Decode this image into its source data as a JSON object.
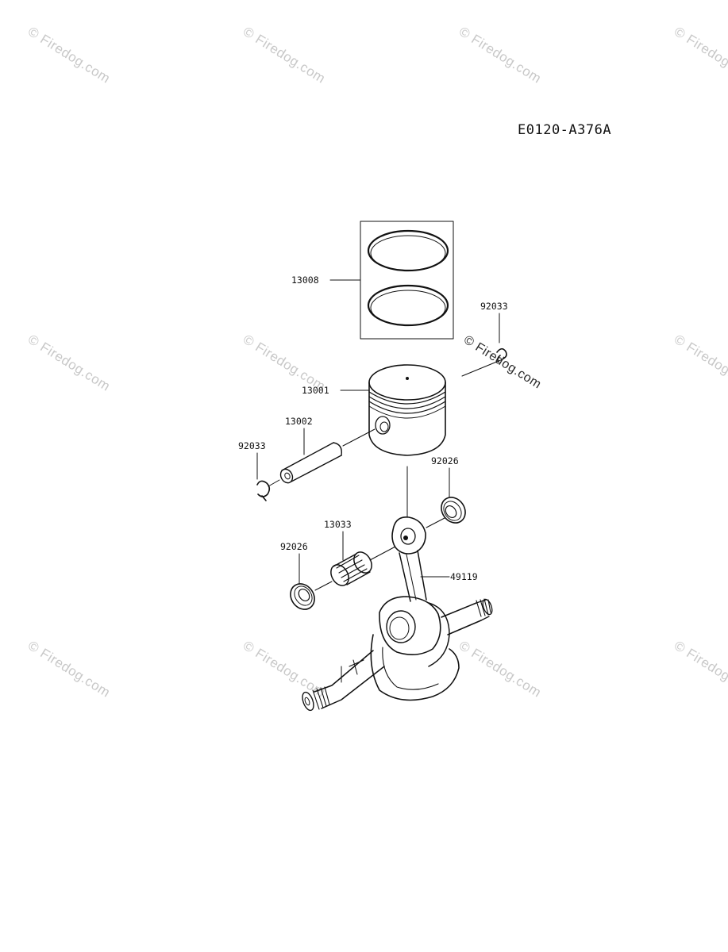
{
  "diagram_code": "E0120-A376A",
  "watermark": {
    "text": "© Firedog.com",
    "color": "#c8c8c8"
  },
  "parts": [
    {
      "id": "piston_ring_set",
      "number": "13008"
    },
    {
      "id": "circlip_right",
      "number": "92033"
    },
    {
      "id": "piston",
      "number": "13001"
    },
    {
      "id": "piston_pin",
      "number": "13002"
    },
    {
      "id": "circlip_left",
      "number": "92033"
    },
    {
      "id": "washer_right",
      "number": "92026"
    },
    {
      "id": "needle_bearing",
      "number": "13033"
    },
    {
      "id": "washer_left",
      "number": "92026"
    },
    {
      "id": "crankshaft_rod",
      "number": "49119"
    }
  ]
}
